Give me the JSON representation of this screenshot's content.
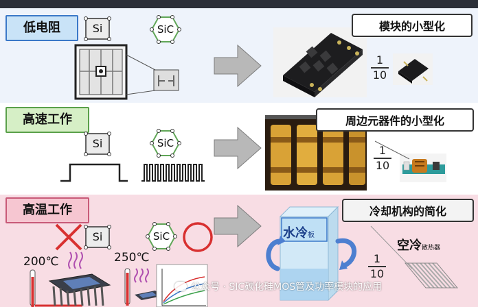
{
  "rows": [
    {
      "label": "低电阻",
      "result": "模块的小型化",
      "fraction": {
        "num": "1",
        "den": "10"
      }
    },
    {
      "label": "高速工作",
      "result": "周边元器件的小型化",
      "fraction": {
        "num": "1",
        "den": "10"
      }
    },
    {
      "label": "高温工作",
      "result": "冷却机构的简化",
      "fraction": {
        "num": "1",
        "den": "10"
      }
    }
  ],
  "materials": {
    "si": "Si",
    "sic": "SiC"
  },
  "temps": {
    "si_temp": "200℃",
    "sic_temp": "250℃"
  },
  "cooling": {
    "water": "水冷",
    "water_sub": "板",
    "air": "空冷",
    "air_sub": "散热器"
  },
  "watermark": "公众号 · SIC碳化硅MOS管及功率模块的应用",
  "colors": {
    "band1_bg": "#eef3fb",
    "band2_bg": "#ffffff",
    "band3_bg": "#f8dde4",
    "label1_bg": "#c9e3f7",
    "label2_bg": "#d6efc6",
    "label3_bg": "#f6c6d1",
    "arrow_fill": "#b8b8b8",
    "red_mark": "#d83030",
    "sic_ring": "#60a657"
  }
}
